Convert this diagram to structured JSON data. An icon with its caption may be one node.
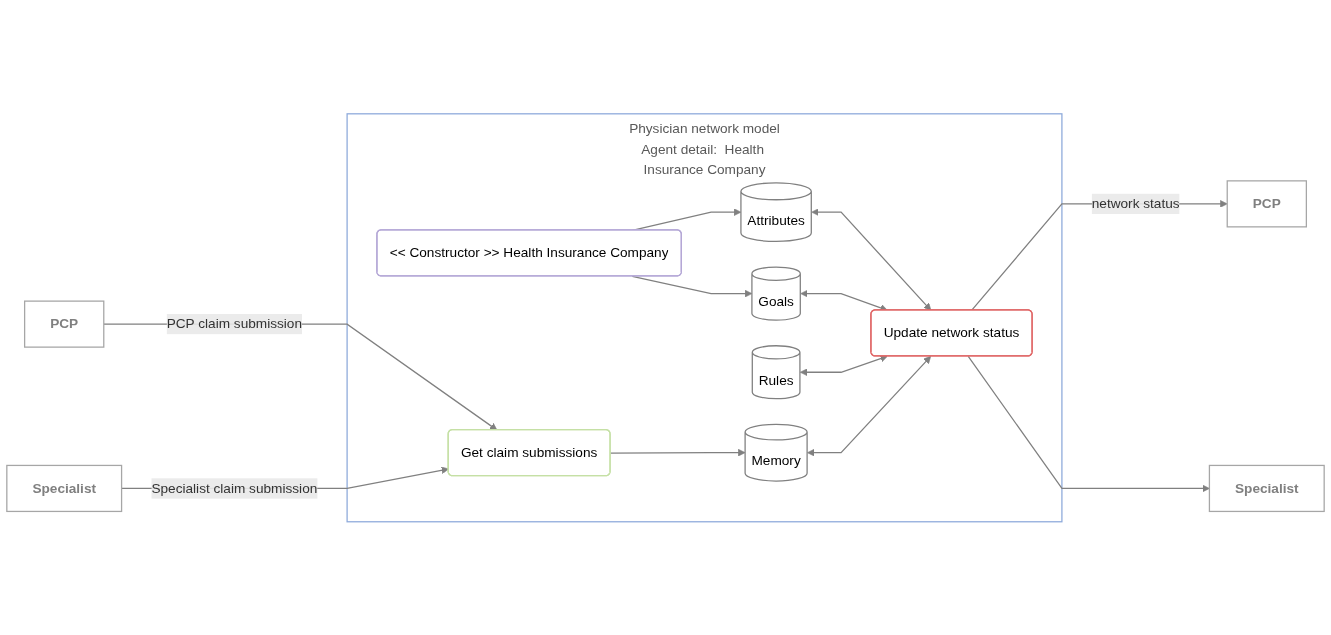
{
  "diagram": {
    "nodes": [
      {
        "text": [
          "PCP"
        ]
      },
      {
        "text": [
          "Specialist"
        ]
      },
      {
        "text": [
          "Physician network model",
          "Agent detail:  Health Insurance Company"
        ]
      },
      {
        "text": [
          "<< Constructor >> Health Insurance Company"
        ],
        "in": 2
      },
      {
        "text": [
          "Get claim submissions"
        ],
        "in": 2
      },
      {
        "text": [
          "Attributes"
        ],
        "in": 2
      },
      {
        "text": [
          "Goals"
        ],
        "in": 2
      },
      {
        "text": [
          "Rules"
        ],
        "in": 2
      },
      {
        "text": [
          "Memory"
        ],
        "in": 2
      },
      {
        "text": [
          "Update network status"
        ],
        "in": 2
      },
      {
        "text": [
          "PCP"
        ]
      },
      {
        "text": [
          "Specialist"
        ]
      }
    ],
    "edges": [
      {
        "from": 0,
        "to": 4,
        "arrow": "to",
        "label": "PCP claim submission"
      },
      {
        "from": 1,
        "to": 4,
        "arrow": "to",
        "label": "Specialist claim submission"
      },
      {
        "from": 3,
        "to": 5,
        "arrow": "to"
      },
      {
        "from": 3,
        "to": 6,
        "arrow": "to"
      },
      {
        "from": 4,
        "to": 8,
        "arrow": "to"
      },
      {
        "from": 5,
        "to": 9,
        "arrow": "both"
      },
      {
        "from": 6,
        "to": 9,
        "arrow": "both"
      },
      {
        "from": 7,
        "to": 9,
        "arrow": "both"
      },
      {
        "from": 8,
        "to": 9,
        "arrow": "both"
      },
      {
        "from": 9,
        "to": 10,
        "arrow": "to",
        "label": "network status"
      },
      {
        "from": 9,
        "to": 11,
        "arrow": "to"
      }
    ]
  }
}
